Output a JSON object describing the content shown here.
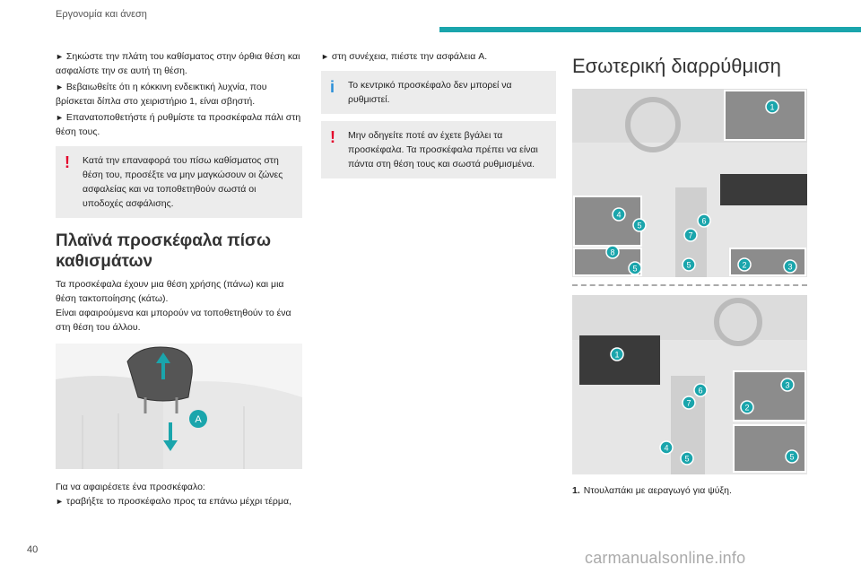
{
  "header": {
    "title": "Εργονομία και άνεση"
  },
  "column1": {
    "bullets": [
      "Σηκώστε την πλάτη του καθίσματος στην όρθια θέση και ασφαλίστε την σε αυτή τη θέση.",
      "Βεβαιωθείτε ότι η κόκκινη ενδεικτική λυχνία, που βρίσκεται δίπλα στο χειριστήριο 1, είναι σβηστή.",
      "Επανατοποθετήστε ή ρυθμίστε τα προσκέφαλα πάλι στη θέση τους."
    ],
    "warning": "Κατά την επαναφορά του πίσω καθίσματος στη θέση του, προσέξτε να μην μαγκώσουν οι ζώνες ασφαλείας και να τοποθετηθούν σωστά οι υποδοχές ασφάλισης.",
    "heading": "Πλαϊνά προσκέφαλα πίσω καθισμάτων",
    "para1": "Τα προσκέφαλα έχουν μια θέση χρήσης (πάνω) και μια θέση τακτοποίησης (κάτω).",
    "para2": "Είναι αφαιρούμενα και μπορούν να τοποθετηθούν το ένα στη θέση του άλλου.",
    "figure_label": "A",
    "para3": "Για να αφαιρέσετε ένα προσκέφαλο:",
    "bullet_last": "τραβήξτε το προσκέφαλο προς τα επάνω μέχρι τέρμα,"
  },
  "column2": {
    "bullet": "στη συνέχεια, πιέστε την ασφάλεια A.",
    "info": "Το κεντρικό προσκέφαλο δεν μπορεί να ρυθμιστεί.",
    "warning": "Μην οδηγείτε ποτέ αν έχετε βγάλει τα προσκέφαλα. Τα προσκέφαλα πρέπει να είναι πάντα στη θέση τους και σωστά ρυθμισμένα."
  },
  "column3": {
    "heading": "Εσωτερική διαρρύθμιση",
    "fig1_labels": [
      "1",
      "2",
      "3",
      "4",
      "5",
      "5",
      "5",
      "6",
      "7",
      "8"
    ],
    "fig2_labels": [
      "1",
      "2",
      "3",
      "4",
      "5",
      "5",
      "6",
      "7"
    ],
    "list": [
      {
        "num": "1.",
        "text": "Ντουλαπάκι με αεραγωγό για ψύξη."
      }
    ]
  },
  "footer": {
    "page_number": "40",
    "watermark": "carmanualsonline.info"
  },
  "colors": {
    "accent": "#1aa5ac",
    "warning": "#e4002b",
    "info": "#2a8fd8",
    "box_bg": "#ececec"
  }
}
